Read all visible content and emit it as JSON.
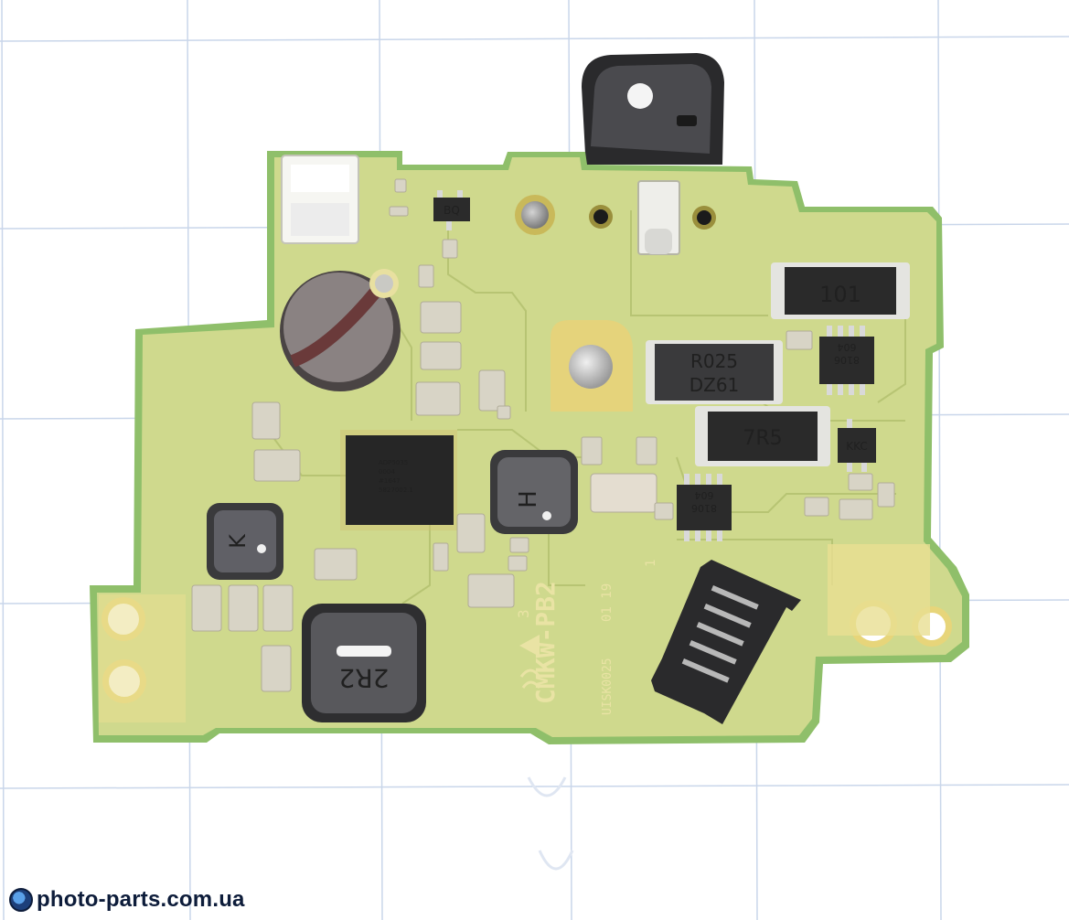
{
  "image": {
    "subject": "Camera flash power PCB (green circuit board) on white grid paper",
    "background_color": "#ffffff",
    "grid_color": "#c9d6ea",
    "board_color": "#cfd98d",
    "board_edge_color": "#8fbf6a"
  },
  "markings": {
    "board_code": "CMKW-PB2",
    "date_code": "01 19",
    "lot_code": "UISK0025",
    "pin_one": "1",
    "pin_three": "3",
    "inductor_2r2": "2R2",
    "inductor_k": "K",
    "inductor_h": "H",
    "resistor_101": "101",
    "resistor_r025": "R025",
    "resistor_dz61": "DZ61",
    "resistor_7r5": "7R5",
    "ic_8106_a": "8106",
    "ic_604_a": "604",
    "ic_8106_b": "8106",
    "ic_604_b": "604",
    "transistor_kkc": "KKC",
    "transistor_bq": "BQ",
    "chip_line1": "ADP5035",
    "chip_line2": "0004",
    "chip_line3": "#1647",
    "chip_line4": "5827002.1"
  },
  "watermark": {
    "text": "photo-parts.com.ua",
    "icon": "camera-lens-logo-icon"
  }
}
